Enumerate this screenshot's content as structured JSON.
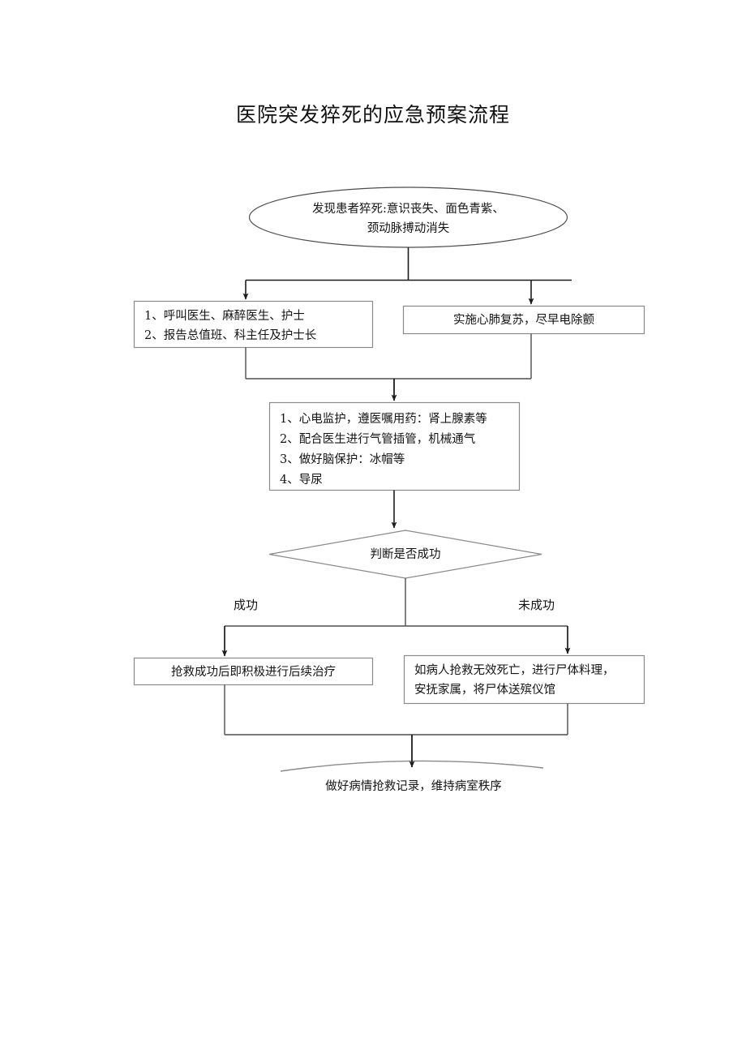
{
  "document": {
    "title": "医院突发猝死的应急预案流程"
  },
  "flowchart": {
    "start": {
      "shape": "ellipse",
      "lines": [
        "发现患者猝死:意识丧失、面色青紫、",
        "颈动脉搏动消失"
      ]
    },
    "step_call": {
      "shape": "rectangle",
      "lines": [
        "1、呼叫医生、麻醉医生、护士",
        "2、报告总值班、科主任及护士长"
      ]
    },
    "step_cpr": {
      "shape": "rectangle",
      "lines": [
        "实施心肺复苏，尽早电除颤"
      ]
    },
    "step_monitor": {
      "shape": "rectangle",
      "lines": [
        "1、心电监护，遵医嘱用药：肾上腺素等",
        "2、配合医生进行气管插管，机械通气",
        "3、做好脑保护：冰帽等",
        "4、导尿"
      ]
    },
    "decision": {
      "shape": "diamond",
      "lines": [
        "判断是否成功"
      ]
    },
    "branch_labels": {
      "yes": "成功",
      "no": "未成功"
    },
    "outcome_success": {
      "shape": "rectangle",
      "lines": [
        "抢救成功后即积极进行后续治疗"
      ]
    },
    "outcome_failure": {
      "shape": "rectangle",
      "lines": [
        "如病人抢救无效死亡，进行尸体料理，",
        "安抚家属，将尸体送殡仪馆"
      ]
    },
    "end": {
      "shape": "arc",
      "lines": [
        "做好病情抢救记录，维持病室秩序"
      ]
    }
  },
  "style": {
    "stroke": "#4d4d4d",
    "arrow": "#1c1c1c",
    "text": "#141414",
    "background": "#ffffff"
  }
}
